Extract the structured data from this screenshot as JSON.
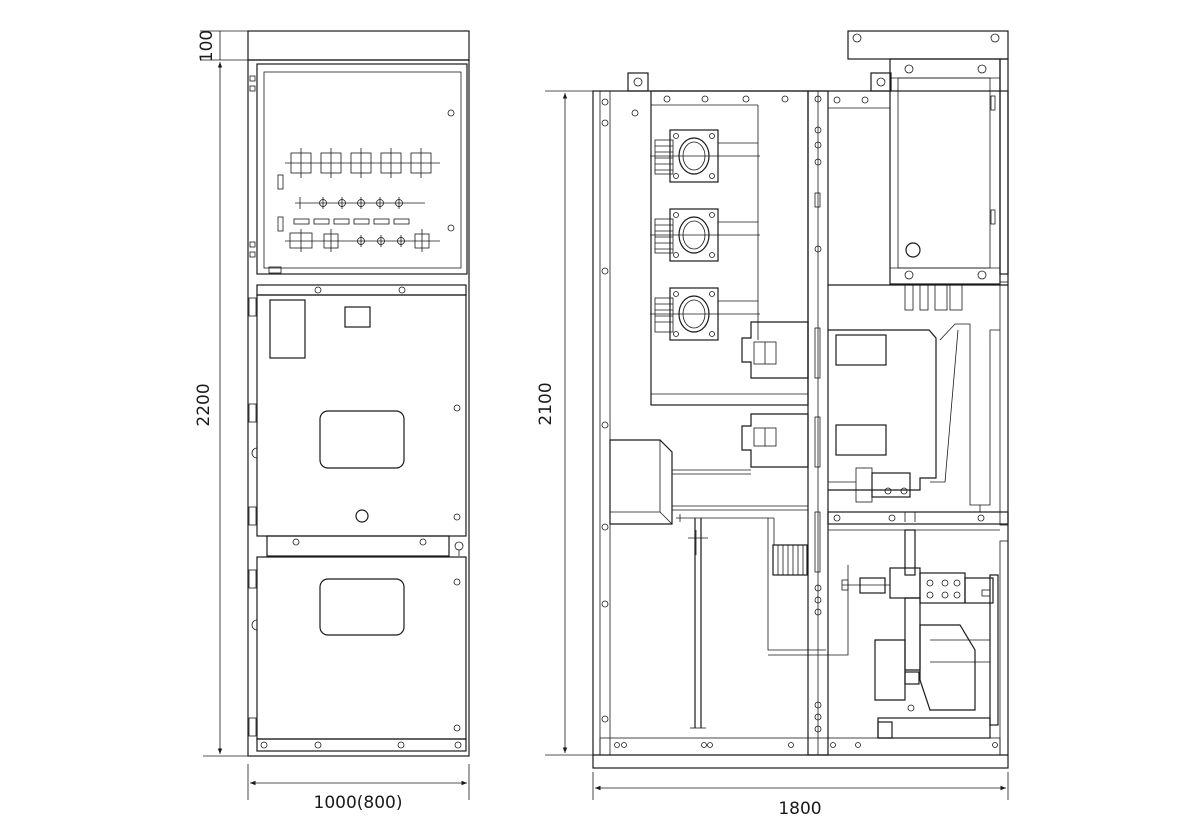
{
  "drawing": {
    "front_view": {
      "dim_top": "100",
      "dim_height": "2200",
      "dim_width": "1000(800)"
    },
    "side_view": {
      "dim_height": "2100",
      "dim_width": "1800"
    }
  }
}
